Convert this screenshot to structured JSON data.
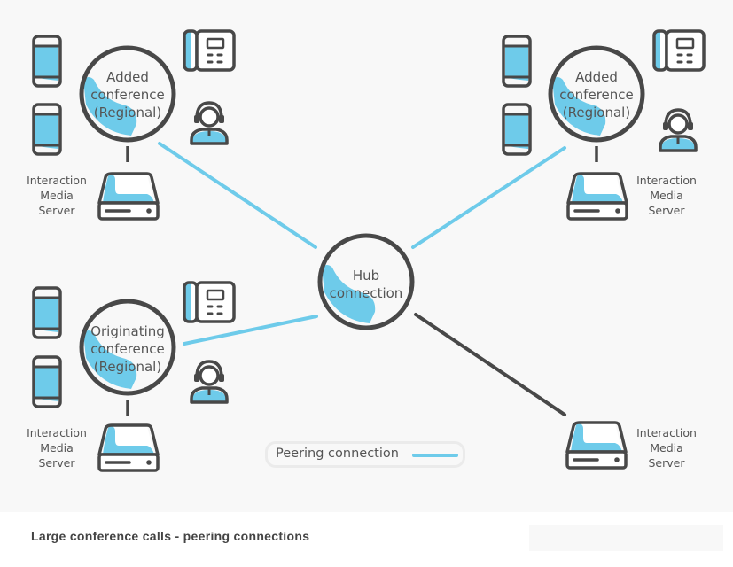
{
  "diagram": {
    "title": "Large conference calls - peering connections",
    "colors": {
      "background": "#f8f8f8",
      "outline": "#484848",
      "accent": "#6ecbea",
      "text": "#555555"
    },
    "nodes": {
      "top_left": {
        "label_lines": [
          "Added",
          "conference",
          "(Regional)"
        ],
        "server_label": [
          "Interaction",
          "Media",
          "Server"
        ]
      },
      "top_right": {
        "label_lines": [
          "Added",
          "conference",
          "(Regional)"
        ],
        "server_label": [
          "Interaction",
          "Media",
          "Server"
        ]
      },
      "bottom_left": {
        "label_lines": [
          "Originating",
          "conference",
          "(Regional)"
        ],
        "server_label": [
          "Interaction",
          "Media",
          "Server"
        ]
      },
      "hub": {
        "label_lines": [
          "Hub",
          "connection"
        ]
      },
      "bottom_right": {
        "server_label": [
          "Interaction",
          "Media",
          "Server"
        ]
      }
    },
    "connections": [
      {
        "from": "top_left",
        "to": "hub",
        "type": "peering"
      },
      {
        "from": "top_right",
        "to": "hub",
        "type": "peering"
      },
      {
        "from": "bottom_left",
        "to": "hub",
        "type": "peering"
      },
      {
        "from": "hub",
        "to": "bottom_right",
        "type": "hub-link"
      }
    ],
    "cluster_devices": [
      "mobile-phone",
      "mobile-phone",
      "desk-phone",
      "agent-headset",
      "media-server"
    ],
    "legend": {
      "label": "Peering connection",
      "line_type": "peering"
    }
  }
}
